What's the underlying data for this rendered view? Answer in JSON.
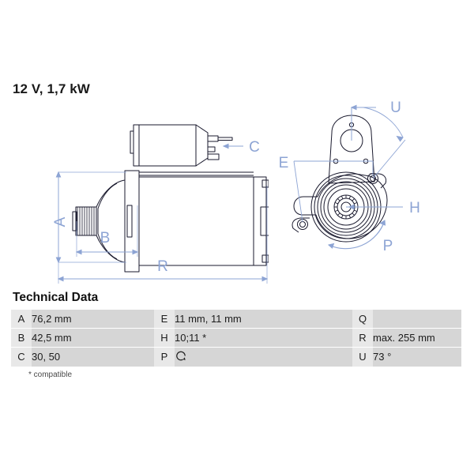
{
  "product": {
    "title": "12 V, 1,7 kW"
  },
  "drawings": {
    "side_view": {
      "name": "starter-motor-side-view",
      "dimension_labels": [
        "A",
        "B",
        "R",
        "C"
      ],
      "label_A": "A",
      "label_B": "B",
      "label_R": "R",
      "label_C": "C"
    },
    "front_view": {
      "name": "starter-motor-front-view",
      "dimension_labels": [
        "E",
        "H",
        "U",
        "P"
      ],
      "label_E": "E",
      "label_H": "H",
      "label_U": "U",
      "label_P": "P"
    }
  },
  "technical_data": {
    "heading": "Technical Data",
    "footnote": "* compatible",
    "rows": [
      {
        "c1_label": "A",
        "c1_value": "76,2 mm",
        "c2_label": "E",
        "c2_value": "11 mm, 11 mm",
        "c3_label": "Q",
        "c3_value": ""
      },
      {
        "c1_label": "B",
        "c1_value": "42,5 mm",
        "c2_label": "H",
        "c2_value": "10;11 *",
        "c3_label": "R",
        "c3_value": "max. 255 mm"
      },
      {
        "c1_label": "C",
        "c1_value": "30, 50",
        "c2_label": "P",
        "c2_value": "",
        "c2_icon": "rotation-clockwise-icon",
        "c3_label": "U",
        "c3_value": "73 °"
      }
    ]
  },
  "colors": {
    "dimension_line": "#8da4d4",
    "drawing_outline": "#1a1a2e",
    "label_cell_bg": "#e8e8e8",
    "value_cell_bg": "#d6d6d6",
    "text": "#1c1c1c"
  }
}
